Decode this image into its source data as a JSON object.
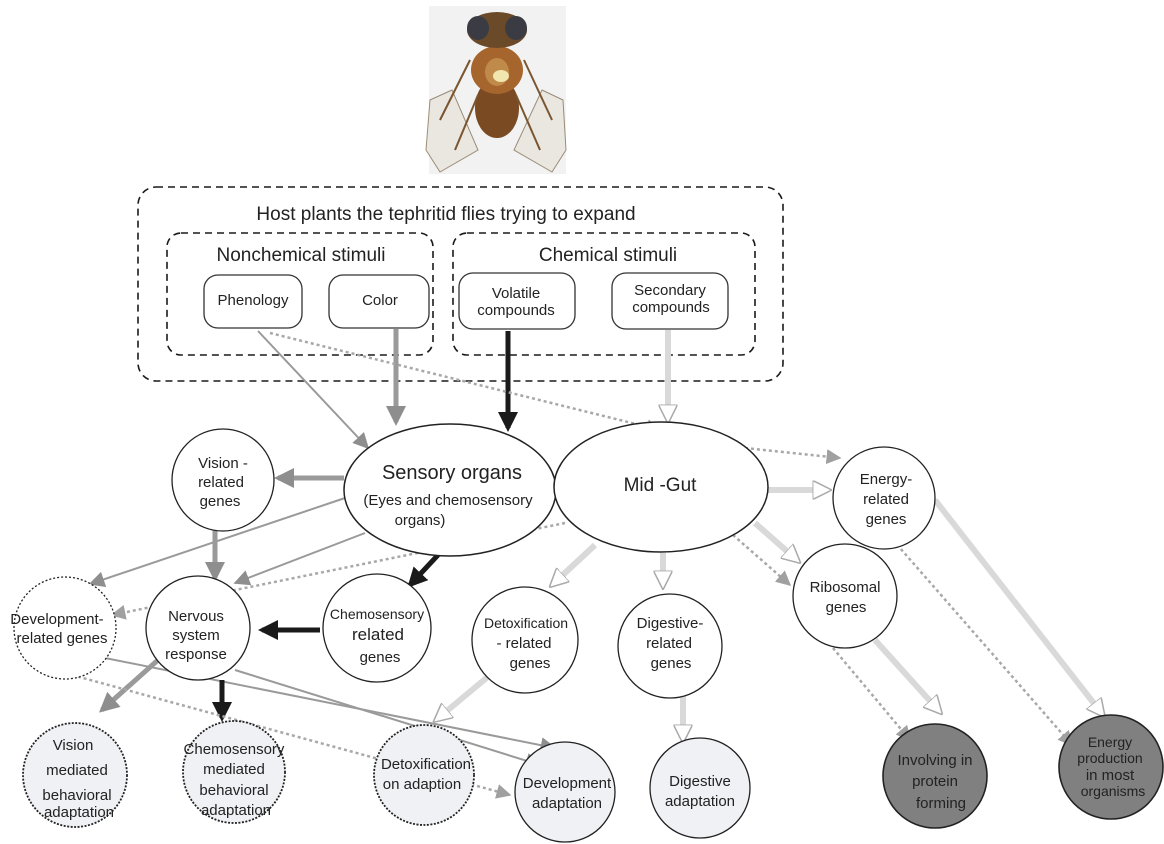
{
  "frames": {
    "host": "Host plants the tephritid flies trying to expand",
    "nonchemical": "Nonchemical stimuli",
    "chemical": "Chemical stimuli"
  },
  "stimuli": {
    "phenology": "Phenology",
    "color": "Color",
    "volatile": [
      "Volatile",
      "compounds"
    ],
    "secondary": [
      "Secondary",
      "compounds"
    ]
  },
  "organs": {
    "sensory": [
      "Sensory organs",
      "(Eyes and chemosensory",
      "organs)"
    ],
    "midgut": "Mid -Gut"
  },
  "genes": {
    "vision": [
      "Vision -",
      "related",
      "genes"
    ],
    "development": [
      "Development-",
      "related genes"
    ],
    "nervous": [
      "Nervous",
      "system",
      "response"
    ],
    "chemosensory": [
      "Chemosensory",
      "related",
      "genes"
    ],
    "detox": [
      "Detoxification",
      "- related",
      "genes"
    ],
    "digestive": [
      "Digestive-",
      "related",
      "genes"
    ],
    "ribosomal": [
      "Ribosomal",
      "genes"
    ],
    "energy": [
      "Energy-",
      "related",
      "genes"
    ]
  },
  "adaptations": {
    "vision": [
      "Vision",
      "mediated",
      "behavioral",
      "adaptation"
    ],
    "chemosensory": [
      "Chemosensory",
      "mediated",
      "behavioral",
      "adaptation"
    ],
    "detox": [
      "Detoxification",
      "on adaption"
    ],
    "development": [
      "Development",
      "adaptation"
    ],
    "digestive": [
      "Digestive",
      "adaptation"
    ],
    "protein": [
      "Involving in",
      "protein",
      "forming"
    ],
    "energy": [
      "Energy",
      "production",
      "in most",
      "organisms"
    ]
  },
  "colors": {
    "node_fill": "#ffffff",
    "adaptation_fill": "#eff1f5",
    "dark_fill": "#808080",
    "arrow_black": "#1a1a1a",
    "arrow_mid": "#9a9a9a",
    "arrow_light": "#d9d9d9",
    "arrow_dotted": "#a8a8a8"
  }
}
